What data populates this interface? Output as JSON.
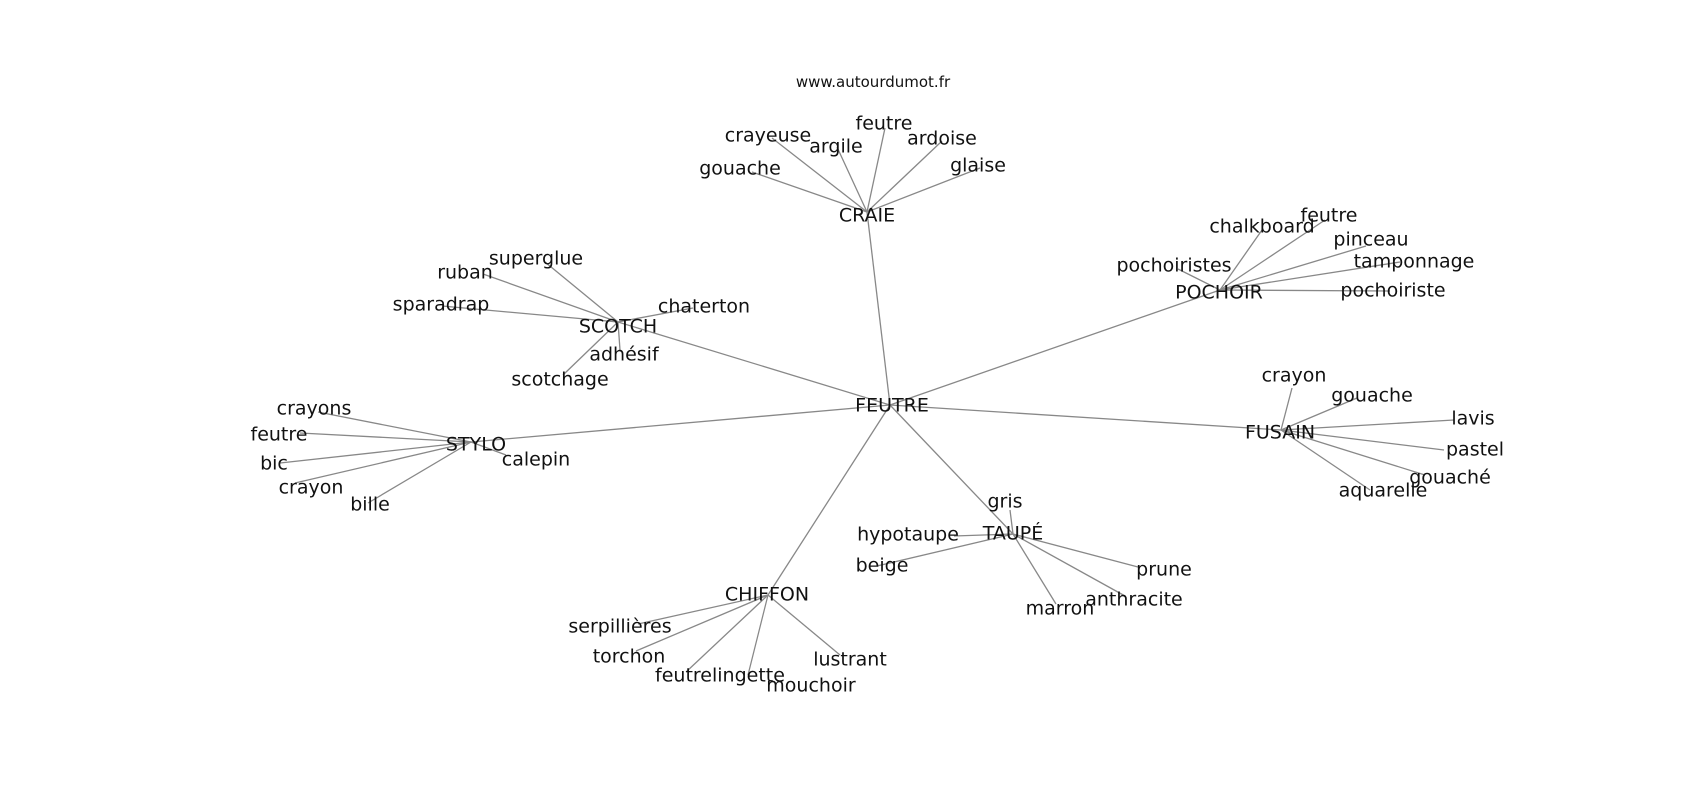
{
  "site": "www.autourdumot.fr",
  "center": "FEUTRE",
  "colors": {
    "edge": "#888888",
    "text": "#111111",
    "background": "#ffffff"
  },
  "clusters": [
    {
      "label": "CRAIE",
      "words": [
        "gouache",
        "crayeuse",
        "argile",
        "feutre",
        "ardoise",
        "glaise"
      ]
    },
    {
      "label": "SCOTCH",
      "words": [
        "superglue",
        "ruban",
        "sparadrap",
        "chaterton",
        "adhésif",
        "scotchage"
      ]
    },
    {
      "label": "POCHOIR",
      "words": [
        "chalkboard",
        "feutre",
        "pinceau",
        "tamponnage",
        "pochoiristes",
        "pochoiriste"
      ]
    },
    {
      "label": "STYLO",
      "words": [
        "crayons",
        "feutre",
        "bic",
        "crayon",
        "bille",
        "calepin"
      ]
    },
    {
      "label": "FUSAIN",
      "words": [
        "crayon",
        "gouache",
        "lavis",
        "pastel",
        "gouaché",
        "aquarelle"
      ]
    },
    {
      "label": "TAUPÉ",
      "words": [
        "gris",
        "hypotaupe",
        "beige",
        "prune",
        "anthracite",
        "marron"
      ]
    },
    {
      "label": "CHIFFON",
      "words": [
        "serpillières",
        "torchon",
        "feutrelingette",
        "mouchoir",
        "lustrant"
      ]
    }
  ]
}
